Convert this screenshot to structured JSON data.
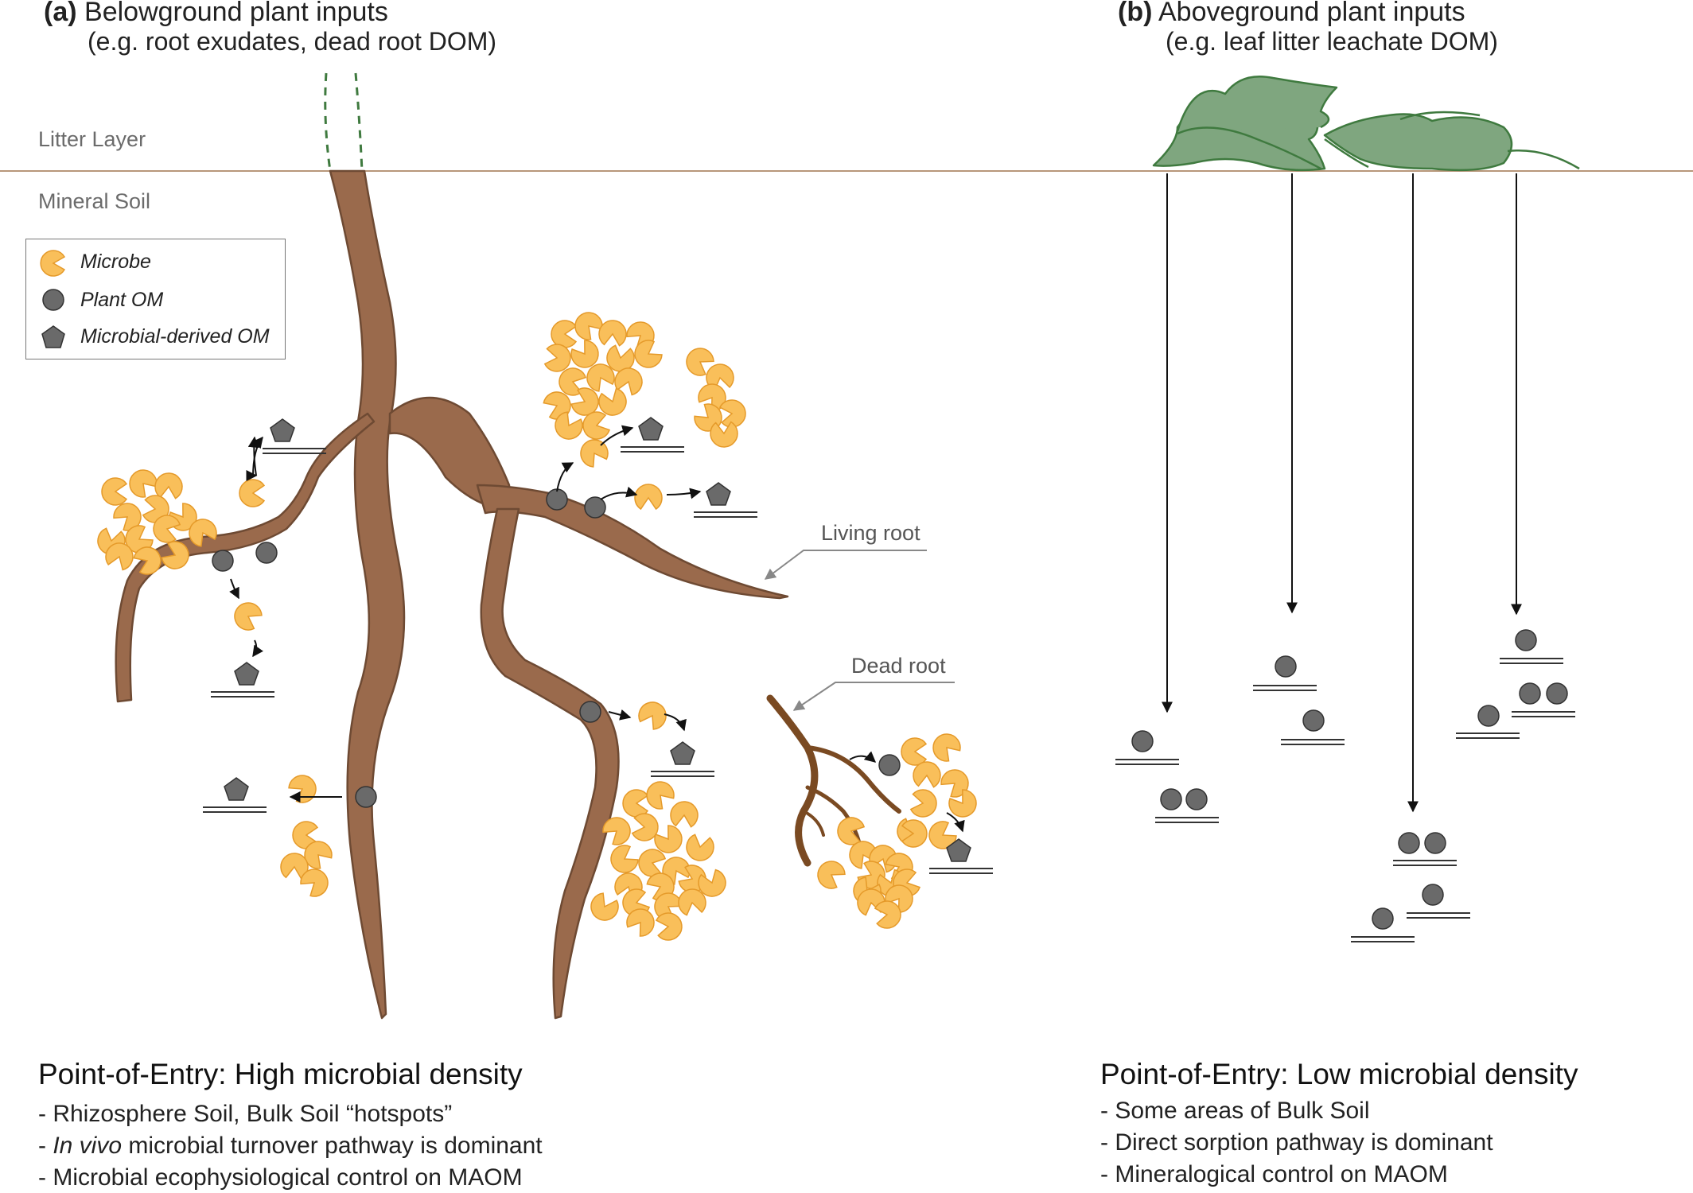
{
  "panel_a": {
    "letter": "(a)",
    "title": "Belowground plant inputs",
    "subtitle": "(e.g. root exudates, dead root DOM)"
  },
  "panel_b": {
    "letter": "(b)",
    "title": "Aboveground plant inputs",
    "subtitle": "(e.g. leaf litter leachate DOM)"
  },
  "layers": {
    "litter": "Litter Layer",
    "mineral": "Mineral Soil"
  },
  "legend": {
    "items": [
      {
        "label": "Microbe",
        "icon": "pacman-icon"
      },
      {
        "label": "Plant OM",
        "icon": "circle-icon"
      },
      {
        "label": "Microbial-derived OM",
        "icon": "pentagon-icon"
      }
    ]
  },
  "callouts": {
    "living_root": "Living root",
    "dead_root": "Dead root"
  },
  "summary_a": {
    "title": "Point-of-Entry: High microbial density",
    "lines": [
      {
        "prefix": "- ",
        "italic": "",
        "text": "Rhizosphere Soil, Bulk Soil “hotspots”"
      },
      {
        "prefix": "- ",
        "italic": "In vivo",
        "text": " microbial turnover pathway is dominant"
      },
      {
        "prefix": "- ",
        "italic": "",
        "text": "Microbial ecophysiological control on MAOM"
      }
    ]
  },
  "summary_b": {
    "title": "Point-of-Entry: Low microbial density",
    "lines": [
      {
        "prefix": "- ",
        "italic": "",
        "text": "Some areas of Bulk Soil"
      },
      {
        "prefix": "- ",
        "italic": "",
        "text": "Direct sorption pathway is dominant"
      },
      {
        "prefix": "- ",
        "italic": "",
        "text": "Mineralogical control on MAOM"
      }
    ]
  },
  "colors": {
    "root": "#9a6a4c",
    "root_outline": "#6e4a33",
    "dead_root": "#7a4a22",
    "microbe": "#f9bf5a",
    "microbe_outline": "#e59a2a",
    "om": "#6a6a6a",
    "leaf": "#7fa67f",
    "leaf_outline": "#3f7a3f",
    "soil_line": "#b8977a"
  }
}
